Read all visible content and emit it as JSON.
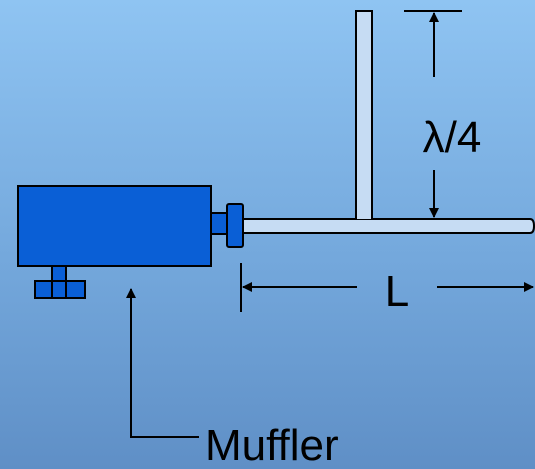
{
  "labels": {
    "quarter_wave": "λ/4",
    "length": "L",
    "muffler": "Muffler"
  },
  "colors": {
    "background_top": "#8fc4f2",
    "background_bottom": "#5f8fc6",
    "muffler_fill": "#0a5fd6",
    "outline": "#000000",
    "pipe_fill": "#c6dcf3"
  }
}
